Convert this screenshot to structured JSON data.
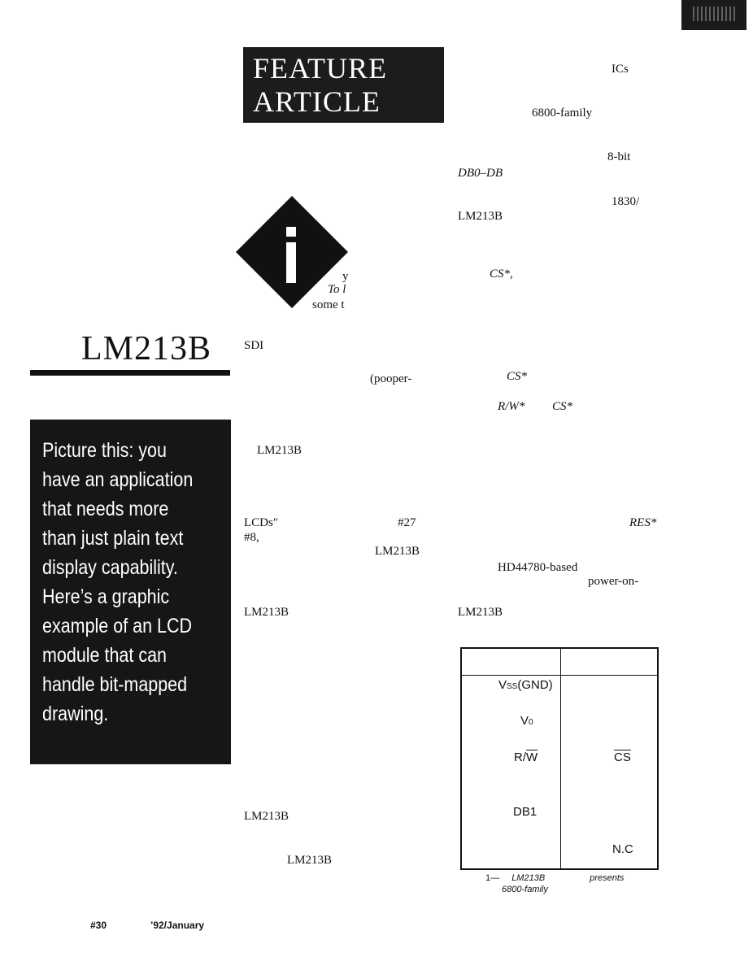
{
  "banner": {
    "line1": "FEATURE",
    "line2": "ARTICLE"
  },
  "title": "LM213B",
  "deck": "Picture this: you have an application that needs more than just plain text display capability. Here’s a graphic example of an LCD module that can handle bit-mapped drawing.",
  "drop_cap": {
    "letter": "i",
    "fragments": [
      "y",
      "To l",
      "some t"
    ]
  },
  "left_column": {
    "f1": "SDI",
    "f2": "(pooper-",
    "f3": "LM213B",
    "f4": "LCDs″",
    "f5": "#27",
    "f6": "#8,",
    "f7": "LM213B",
    "f8": "LM213B",
    "f9": "LM213B",
    "f10": "LM213B"
  },
  "right_column": {
    "f1": "ICs",
    "f2": "6800-family",
    "f3": "8-bit",
    "f4": "DB0–DB",
    "f5": "1830/",
    "f6": "LM213B",
    "f7": "CS*,",
    "f8": "CS*",
    "f9": "R/W*",
    "f10": "CS*",
    "f11": "RES*",
    "f12": "HD44780-based",
    "f13": "power-on-",
    "f14": "LM213B"
  },
  "pin_table": {
    "vss_main": "V",
    "vss_sub": "SS",
    "vss_rest": "(GND)",
    "v0_main": "V",
    "v0_sub": "0",
    "rw_r": "R/",
    "rw_w": "W",
    "cs": "CS",
    "db1": "DB1",
    "nc": "N.C"
  },
  "caption": {
    "line1_a": "1—",
    "line1_b": "LM213B",
    "line1_c": "presents",
    "line2": "6800-family"
  },
  "footer": {
    "issue": "#30",
    "date": "’92/January"
  }
}
